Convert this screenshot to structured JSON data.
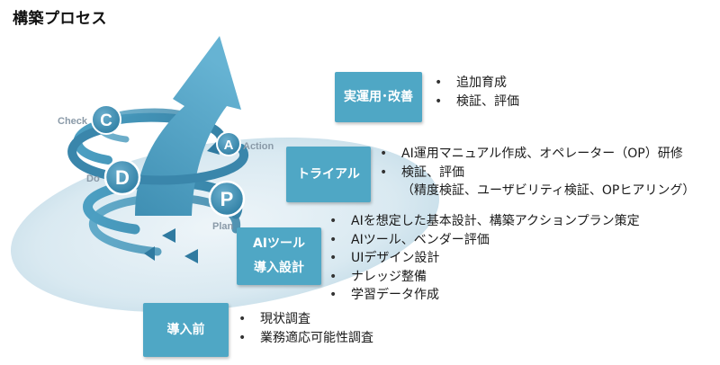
{
  "title": "構築プロセス",
  "pdca": {
    "c": {
      "letter": "C",
      "label": "Check"
    },
    "d": {
      "letter": "D",
      "label": "Do"
    },
    "a": {
      "letter": "A",
      "label": "Action"
    },
    "p": {
      "letter": "P",
      "label": "Plan"
    }
  },
  "stages": [
    {
      "label_lines": [
        "実運用･改善"
      ],
      "items": [
        "追加育成",
        "検証、評価"
      ]
    },
    {
      "label_lines": [
        "トライアル"
      ],
      "items": [
        "AI運用マニュアル作成、オペレーター（OP）研修",
        "検証、評価",
        "（精度検証、ユーザビリティ検証、OPヒアリング）"
      ]
    },
    {
      "label_lines": [
        "AIツール",
        "導入設計"
      ],
      "items": [
        "AIを想定した基本設計、構築アクションプラン策定",
        "AIツール、ベンダー評価",
        "UIデザイン設計",
        "ナレッジ整備",
        "学習データ作成"
      ]
    },
    {
      "label_lines": [
        "導入前"
      ],
      "items": [
        "現状調査",
        "業務適応可能性調査"
      ]
    }
  ],
  "colors": {
    "box": "#4fa7c5",
    "arrow": "#4b9bbe",
    "platform": "#d6e7ef"
  }
}
